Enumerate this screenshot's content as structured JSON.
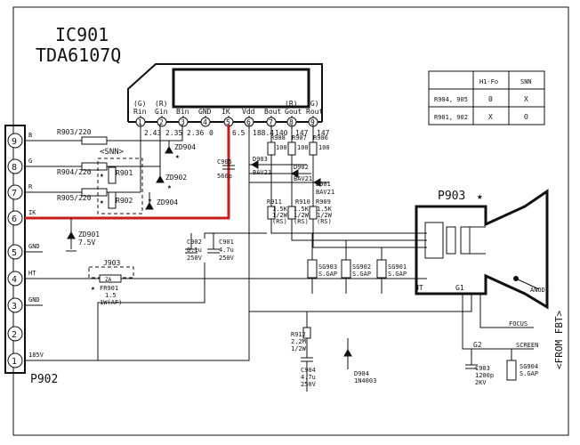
{
  "ic": {
    "name": "IC901",
    "part": "TDA6107Q"
  },
  "pins": {
    "labels": [
      "(G)\nRin",
      "(R)\nGin",
      "Bin",
      "GND",
      "IK",
      "Vdd",
      "Bout",
      "(R)\nGout",
      "(G)\nRout"
    ],
    "numbers": [
      "1",
      "2",
      "3",
      "4",
      "5",
      "6",
      "7",
      "8",
      "9"
    ],
    "voltages": [
      "2.43",
      "2.35",
      "2.36",
      "0",
      "6.5",
      "188.4",
      "140",
      "147",
      "147"
    ]
  },
  "connector_p902": {
    "name": "P902",
    "pins": [
      "9",
      "8",
      "7",
      "6",
      "5",
      "4",
      "3",
      "2",
      "1"
    ],
    "signals": [
      "B",
      "G",
      "R",
      "IK",
      "GND",
      "HT",
      "GND",
      "",
      "185V"
    ]
  },
  "table": {
    "headers": [
      "",
      "H1-Fo",
      "SNN"
    ],
    "rows": [
      [
        "R904, 905",
        "0",
        "X"
      ],
      [
        "R901, 902",
        "X",
        "O"
      ]
    ]
  },
  "components": {
    "R903": "R903/220",
    "R904": "R904/220",
    "R905": "R905/220",
    "SNN": "<SNN>",
    "R901": "R901",
    "R902": "R902",
    "ZD902": "ZD902",
    "ZD903": "ZD904",
    "ZD904": "ZD904",
    "ZD901": "ZD901",
    "ZD901v": "7.5V",
    "C905": "C905",
    "C905v": "560p",
    "C902": "C902",
    "C902a": "0.1u",
    "C902b": "250V",
    "C901": "C901",
    "C901a": "4.7u",
    "C901b": "250V",
    "J903": "J903",
    "FR901": "FR901",
    "FR901a": "1.5",
    "FR901b": "1W(AF)",
    "ZA": "ZA",
    "D903": "D903",
    "D903b": "BAV21",
    "D902": "D902",
    "D902b": "BAV21",
    "D901": "D901",
    "D901b": "BAV21",
    "R908": "R908",
    "R908v": "100",
    "R907": "R907",
    "R907v": "100",
    "R906": "R906",
    "R906v": "100",
    "R911": "R911",
    "R911a": "1.5K",
    "R911b": "1/2W",
    "R911c": "(RS)",
    "R910": "R910",
    "R910a": "1.5K",
    "R910b": "1/2W",
    "R910c": "(RS)",
    "R909": "R909",
    "R909a": "1.5K",
    "R909b": "1/2W",
    "R909c": "(RS)",
    "SG903": "SG903",
    "SG903b": "S.GAP",
    "SG902": "SG902",
    "SG902b": "S.GAP",
    "SG901": "SG901",
    "SG901b": "S.GAP",
    "R912": "R912",
    "R912a": "2.2M",
    "R912b": "1/2W",
    "C904": "C904",
    "C904a": "4.7u",
    "C904b": "250V",
    "D904": "D904",
    "D904b": "1N4003",
    "C903": "C903",
    "C903a": "1200p",
    "C903b": "2KV",
    "SG904": "SG904",
    "SG904b": "S.GAP",
    "P903": "P903",
    "HT": "HT",
    "G1": "G1",
    "G2": "G2",
    "ANODE": "ANODE",
    "FOCUS": "FOCUS",
    "SCREEN": "SCREEN",
    "FROM_FBT": "<FROM FBT>",
    "star": "★"
  },
  "colors": {
    "ik_trace": "#c81e1e",
    "ink": "#111111",
    "background": "#ffffff"
  }
}
